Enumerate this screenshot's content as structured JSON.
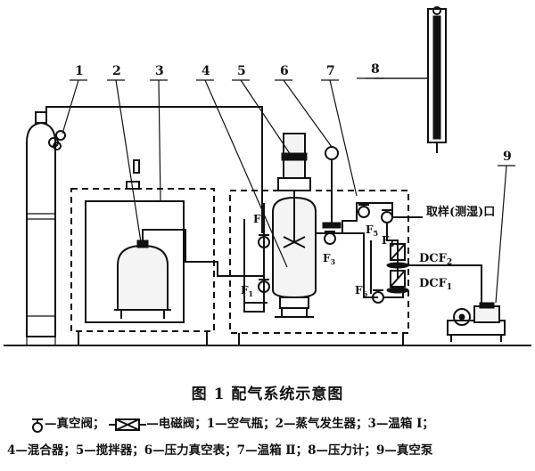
{
  "labels": {
    "n1": "1",
    "n2": "2",
    "n3": "3",
    "n4": "4",
    "n5": "5",
    "n6": "6",
    "n7": "7",
    "n8": "8",
    "n9": "9"
  },
  "valves": {
    "f1": "F",
    "f1_sub": "1",
    "f2": "F",
    "f2_sub": "2",
    "f3": "F",
    "f3_sub": "3",
    "f4": "F",
    "f4_sub": "4",
    "f5": "F",
    "f5_sub": "5",
    "f6": "F",
    "f6_sub": "6"
  },
  "dcf": {
    "dcf2": "DCF",
    "dcf2_sub": "2",
    "dcf1": "DCF",
    "dcf1_sub": "1"
  },
  "sample_port": "取样(测湿)口",
  "caption": "图 1   配气系统示意图",
  "legend_line1": {
    "vacuum_valve": "—真空阀；",
    "solenoid_valve": "—电磁阀；1—空气瓶；2—蒸气发生器；3—温箱 I；"
  },
  "legend_line2": "4—混合器；5—搅拌器；6—压力真空表；7—温箱 Ⅱ；8—压力计；9—真空泵"
}
